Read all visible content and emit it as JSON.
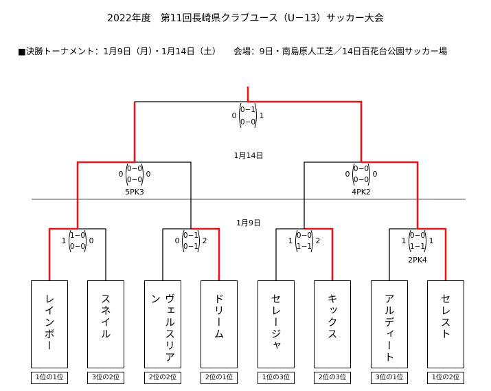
{
  "header": {
    "title": "2022年度　第11回長崎県クラブユース（U－13）サッカー大会",
    "subtitle": "■決勝トーナメント：1月9日（月）・1月14日（土）　　会場：9日・南島原人工芝／14日百花台公園サッカー場"
  },
  "dates": {
    "round2": "1月14日",
    "round1": "1月9日"
  },
  "colors": {
    "winner_line": "#e8141e",
    "line": "#000000",
    "divider": "#555555"
  },
  "teams": [
    {
      "name": "レインボー",
      "rank": "1位の1位"
    },
    {
      "name": "スネイル",
      "rank": "3位の2位"
    },
    {
      "name": "ヴェルスリアン",
      "rank": "2位の2位"
    },
    {
      "name": "ドリーム",
      "rank": "2位の1位"
    },
    {
      "name": "セレージャ",
      "rank": "1位の3位"
    },
    {
      "name": "キックス",
      "rank": "2位の3位"
    },
    {
      "name": "アルディート",
      "rank": "3位の1位"
    },
    {
      "name": "セレスト",
      "rank": "1位の2位"
    }
  ],
  "matches": {
    "r1m1": {
      "left": "1",
      "h1": "1−0",
      "h2": "0−0",
      "right": "0",
      "pk": ""
    },
    "r1m2": {
      "left": "0",
      "h1": "0−1",
      "h2": "0−1",
      "right": "2",
      "pk": ""
    },
    "r1m3": {
      "left": "1",
      "h1": "0−0",
      "h2": "1−1",
      "right": "2",
      "pk": ""
    },
    "r1m4": {
      "left": "1",
      "h1": "0−0",
      "h2": "1−1",
      "right": "1",
      "pk": "2PK4"
    },
    "sf1": {
      "left": "0",
      "h1": "0−0",
      "h2": "0−0",
      "right": "0",
      "pk": "5PK3"
    },
    "sf2": {
      "left": "0",
      "h1": "0−0",
      "h2": "0−0",
      "right": "0",
      "pk": "4PK2"
    },
    "final": {
      "left": "0",
      "h1": "0−1",
      "h2": "0−0",
      "right": "1",
      "pk": ""
    }
  }
}
